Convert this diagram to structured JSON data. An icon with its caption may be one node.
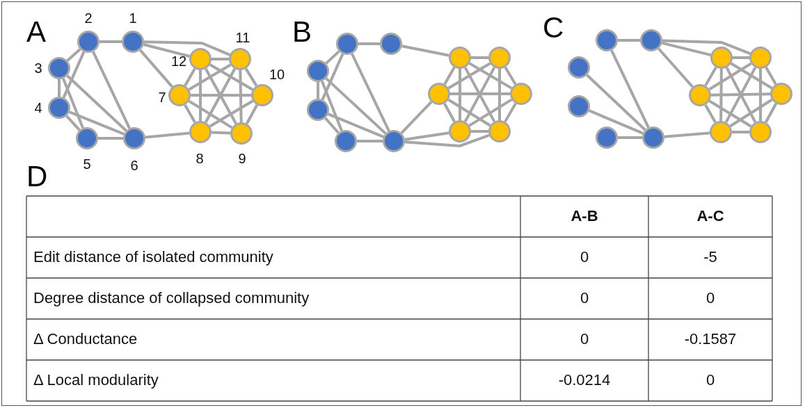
{
  "diagram": {
    "nodes": [
      {
        "text": [],
        "shape": "circle",
        "beside": [
          "1"
        ]
      },
      {
        "text": [],
        "shape": "circle",
        "beside": [
          "2"
        ]
      },
      {
        "text": [],
        "shape": "circle",
        "beside": [
          "3"
        ]
      },
      {
        "text": [],
        "shape": "circle",
        "beside": [
          "4"
        ]
      },
      {
        "text": [],
        "shape": "circle",
        "beside": [
          "5"
        ]
      },
      {
        "text": [],
        "shape": "circle",
        "beside": [
          "6"
        ]
      },
      {
        "text": [],
        "shape": "circle",
        "beside": [
          "7"
        ]
      },
      {
        "text": [],
        "shape": "circle",
        "beside": [
          "8"
        ]
      },
      {
        "text": [],
        "shape": "circle",
        "beside": [
          "9"
        ]
      },
      {
        "text": [],
        "shape": "circle",
        "beside": [
          "10"
        ]
      },
      {
        "text": [],
        "shape": "circle",
        "beside": [
          "11"
        ]
      },
      {
        "text": [],
        "shape": "circle",
        "beside": [
          "12"
        ]
      },
      {
        "text": [],
        "shape": "circle"
      },
      {
        "text": [],
        "shape": "circle"
      },
      {
        "text": [],
        "shape": "circle"
      },
      {
        "text": [],
        "shape": "circle"
      },
      {
        "text": [],
        "shape": "circle"
      },
      {
        "text": [],
        "shape": "circle"
      },
      {
        "text": [],
        "shape": "circle"
      },
      {
        "text": [],
        "shape": "circle"
      },
      {
        "text": [],
        "shape": "circle"
      },
      {
        "text": [],
        "shape": "circle"
      },
      {
        "text": [],
        "shape": "circle"
      },
      {
        "text": [],
        "shape": "circle"
      },
      {
        "text": [],
        "shape": "circle"
      },
      {
        "text": [],
        "shape": "circle"
      },
      {
        "text": [],
        "shape": "circle"
      },
      {
        "text": [],
        "shape": "circle"
      },
      {
        "text": [],
        "shape": "circle"
      },
      {
        "text": [],
        "shape": "circle"
      },
      {
        "text": [],
        "shape": "circle"
      },
      {
        "text": [],
        "shape": "circle"
      },
      {
        "text": [],
        "shape": "circle"
      },
      {
        "text": [],
        "shape": "circle"
      },
      {
        "text": [],
        "shape": "circle"
      },
      {
        "text": [],
        "shape": "circle"
      }
    ],
    "edges": [
      {
        "from": 0,
        "to": 1,
        "arrow": "none"
      },
      {
        "from": 0,
        "to": 10,
        "arrow": "none"
      },
      {
        "from": 0,
        "to": 11,
        "arrow": "none"
      },
      {
        "from": 0,
        "to": 6,
        "arrow": "none"
      },
      {
        "from": 1,
        "to": 2,
        "arrow": "none"
      },
      {
        "from": 1,
        "to": 3,
        "arrow": "none"
      },
      {
        "from": 1,
        "to": 5,
        "arrow": "none"
      },
      {
        "from": 2,
        "to": 3,
        "arrow": "none"
      },
      {
        "from": 2,
        "to": 4,
        "arrow": "none"
      },
      {
        "from": 2,
        "to": 5,
        "arrow": "none"
      },
      {
        "from": 3,
        "to": 4,
        "arrow": "none"
      },
      {
        "from": 3,
        "to": 5,
        "arrow": "none"
      },
      {
        "from": 4,
        "to": 5,
        "arrow": "none"
      },
      {
        "from": 5,
        "to": 7,
        "arrow": "none"
      },
      {
        "from": 6,
        "to": 7,
        "arrow": "none"
      },
      {
        "from": 6,
        "to": 8,
        "arrow": "none"
      },
      {
        "from": 6,
        "to": 9,
        "arrow": "none"
      },
      {
        "from": 6,
        "to": 10,
        "arrow": "none"
      },
      {
        "from": 6,
        "to": 11,
        "arrow": "none"
      },
      {
        "from": 7,
        "to": 8,
        "arrow": "none"
      },
      {
        "from": 7,
        "to": 9,
        "arrow": "none"
      },
      {
        "from": 7,
        "to": 10,
        "arrow": "none"
      },
      {
        "from": 7,
        "to": 11,
        "arrow": "none"
      },
      {
        "from": 8,
        "to": 9,
        "arrow": "none"
      },
      {
        "from": 8,
        "to": 10,
        "arrow": "none"
      },
      {
        "from": 8,
        "to": 11,
        "arrow": "none"
      },
      {
        "from": 9,
        "to": 10,
        "arrow": "none"
      },
      {
        "from": 9,
        "to": 11,
        "arrow": "none"
      },
      {
        "from": 10,
        "to": 11,
        "arrow": "none"
      },
      {
        "from": 12,
        "to": 13,
        "arrow": "none"
      },
      {
        "from": 12,
        "to": 23,
        "arrow": "none"
      },
      {
        "from": 13,
        "to": 14,
        "arrow": "none"
      },
      {
        "from": 13,
        "to": 15,
        "arrow": "none"
      },
      {
        "from": 13,
        "to": 17,
        "arrow": "none"
      },
      {
        "from": 14,
        "to": 15,
        "arrow": "none"
      },
      {
        "from": 14,
        "to": 16,
        "arrow": "none"
      },
      {
        "from": 14,
        "to": 17,
        "arrow": "none"
      },
      {
        "from": 15,
        "to": 16,
        "arrow": "none"
      },
      {
        "from": 15,
        "to": 17,
        "arrow": "none"
      },
      {
        "from": 16,
        "to": 17,
        "arrow": "none"
      },
      {
        "from": 17,
        "to": 18,
        "arrow": "none"
      },
      {
        "from": 17,
        "to": 19,
        "arrow": "none"
      },
      {
        "from": 17,
        "to": 20,
        "arrow": "none"
      },
      {
        "from": 18,
        "to": 19,
        "arrow": "none"
      },
      {
        "from": 18,
        "to": 20,
        "arrow": "none"
      },
      {
        "from": 18,
        "to": 21,
        "arrow": "none"
      },
      {
        "from": 18,
        "to": 22,
        "arrow": "none"
      },
      {
        "from": 18,
        "to": 23,
        "arrow": "none"
      },
      {
        "from": 19,
        "to": 20,
        "arrow": "none"
      },
      {
        "from": 19,
        "to": 21,
        "arrow": "none"
      },
      {
        "from": 19,
        "to": 22,
        "arrow": "none"
      },
      {
        "from": 19,
        "to": 23,
        "arrow": "none"
      },
      {
        "from": 20,
        "to": 21,
        "arrow": "none"
      },
      {
        "from": 20,
        "to": 22,
        "arrow": "none"
      },
      {
        "from": 20,
        "to": 23,
        "arrow": "none"
      },
      {
        "from": 21,
        "to": 22,
        "arrow": "none"
      },
      {
        "from": 21,
        "to": 23,
        "arrow": "none"
      },
      {
        "from": 22,
        "to": 23,
        "arrow": "none"
      },
      {
        "from": 24,
        "to": 25,
        "arrow": "none"
      },
      {
        "from": 24,
        "to": 34,
        "arrow": "none"
      },
      {
        "from": 24,
        "to": 35,
        "arrow": "none"
      },
      {
        "from": 24,
        "to": 30,
        "arrow": "none"
      },
      {
        "from": 25,
        "to": 29,
        "arrow": "none"
      },
      {
        "from": 26,
        "to": 29,
        "arrow": "none"
      },
      {
        "from": 27,
        "to": 29,
        "arrow": "none"
      },
      {
        "from": 28,
        "to": 29,
        "arrow": "none"
      },
      {
        "from": 29,
        "to": 31,
        "arrow": "none"
      },
      {
        "from": 30,
        "to": 31,
        "arrow": "none"
      },
      {
        "from": 30,
        "to": 32,
        "arrow": "none"
      },
      {
        "from": 30,
        "to": 33,
        "arrow": "none"
      },
      {
        "from": 30,
        "to": 34,
        "arrow": "none"
      },
      {
        "from": 30,
        "to": 35,
        "arrow": "none"
      },
      {
        "from": 31,
        "to": 32,
        "arrow": "none"
      },
      {
        "from": 31,
        "to": 33,
        "arrow": "none"
      },
      {
        "from": 31,
        "to": 34,
        "arrow": "none"
      },
      {
        "from": 31,
        "to": 35,
        "arrow": "none"
      },
      {
        "from": 32,
        "to": 33,
        "arrow": "none"
      },
      {
        "from": 32,
        "to": 34,
        "arrow": "none"
      },
      {
        "from": 32,
        "to": 35,
        "arrow": "none"
      },
      {
        "from": 33,
        "to": 34,
        "arrow": "none"
      },
      {
        "from": 33,
        "to": 35,
        "arrow": "none"
      },
      {
        "from": 34,
        "to": 35,
        "arrow": "none"
      }
    ],
    "labels": [
      "A",
      "B",
      "C",
      "D",
      "A-B",
      "A-C",
      "Edit distance of isolated community",
      "0",
      "-5",
      "Degree distance of collapsed community",
      "0",
      "0",
      "Δ Conductance",
      "0",
      "-0.1587",
      "Δ Local modularity",
      "-0.0214",
      "0"
    ]
  }
}
